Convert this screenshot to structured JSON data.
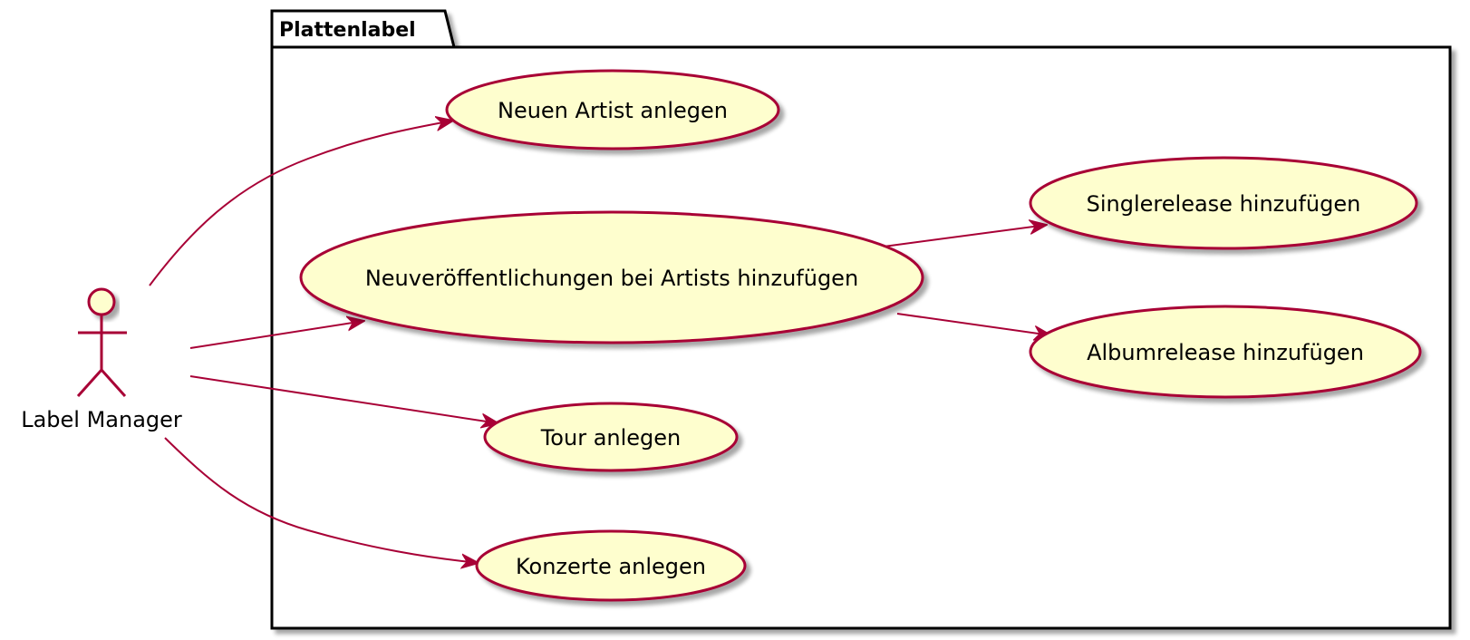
{
  "package": {
    "name": "Plattenlabel"
  },
  "actor": {
    "name": "Label Manager"
  },
  "use_cases": {
    "neuen_artist": "Neuen Artist anlegen",
    "neuveroeffentlichungen": "Neuveröffentlichungen bei Artists hinzufügen",
    "singlerelease": "Singlerelease hinzufügen",
    "albumrelease": "Albumrelease hinzufügen",
    "tour": "Tour anlegen",
    "konzerte": "Konzerte anlegen"
  },
  "colors": {
    "use_case_fill": "#FEFECE",
    "use_case_border": "#A80036",
    "arrow": "#A80036",
    "package_border": "#000000",
    "shadow": "#C8C8C8"
  }
}
